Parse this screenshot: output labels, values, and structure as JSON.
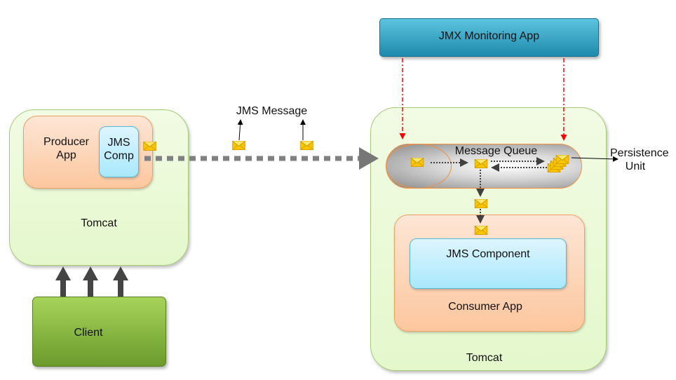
{
  "jmx_app": {
    "label": "JMX Monitoring App"
  },
  "producer_tomcat": {
    "label": "Tomcat"
  },
  "producer_app": {
    "label": "Producer\nApp"
  },
  "producer_jms": {
    "label": "JMS\nComp"
  },
  "message_label": "JMS Message",
  "client": {
    "label": "Client"
  },
  "consumer_tomcat": {
    "label": "Tomcat"
  },
  "queue": {
    "label": "Message Queue"
  },
  "persistence": {
    "label": "Persistence\nUnit"
  },
  "consumer_app": {
    "label": "Consumer App"
  },
  "consumer_jms": {
    "label": "JMS Component"
  },
  "colors": {
    "monitor_arrow": "#ff0000",
    "message_flow": "#808080",
    "envelope": "#f5c400"
  },
  "icons": [
    "envelope-icon"
  ]
}
